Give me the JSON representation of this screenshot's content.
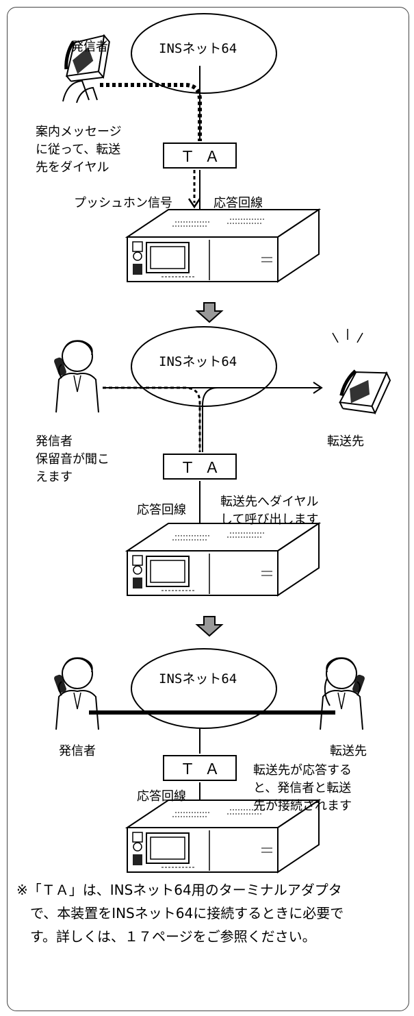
{
  "panel1": {
    "network": "INSネット64",
    "caller": "発信者",
    "guidance": [
      "案内メッセージ",
      "に従って、転送",
      "先をダイヤル"
    ],
    "ta": "ＴＡ",
    "pushtone": "プッシュホン信号",
    "answer_line": "応答回線"
  },
  "panel2": {
    "network": "INSネット64",
    "caller": [
      "発信者",
      "保留音が聞こ",
      "えます"
    ],
    "ta": "ＴＡ",
    "answer_line": "応答回線",
    "dialing": [
      "転送先へダイヤル",
      "して呼び出します"
    ],
    "destination": "転送先"
  },
  "panel3": {
    "network": "INSネット64",
    "caller": "発信者",
    "destination": "転送先",
    "ta": "ＴＡ",
    "answer_line": "応答回線",
    "connected": [
      "転送先が応答する",
      "と、発信者と転送",
      "先が接続されます"
    ]
  },
  "note": [
    "※「ＴＡ」は、INSネット64用のターミナルアダプタ",
    "　で、本装置をINSネット64に接続するときに必要で",
    "　す。詳しくは、１７ページをご参照ください。"
  ]
}
